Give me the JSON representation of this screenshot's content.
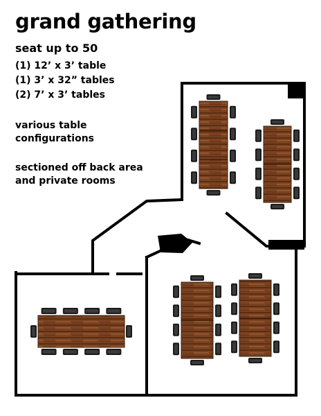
{
  "title": "grand gathering",
  "capacity": "seat up to 50",
  "tables": [
    "(1) 12’ x 3’ table",
    "(1) 3’ x 32” tables",
    "(2) 7’ x 3’ tables"
  ],
  "notes": [
    [
      "various table",
      "configurations"
    ],
    [
      "sectioned off back area",
      "and private rooms"
    ]
  ],
  "colors": {
    "wall": "#000000",
    "wood_dark": "#5a2e14",
    "wood_mid": "#7a4221",
    "wood_light": "#9b5a2e",
    "chair": "#1a1a1a"
  }
}
